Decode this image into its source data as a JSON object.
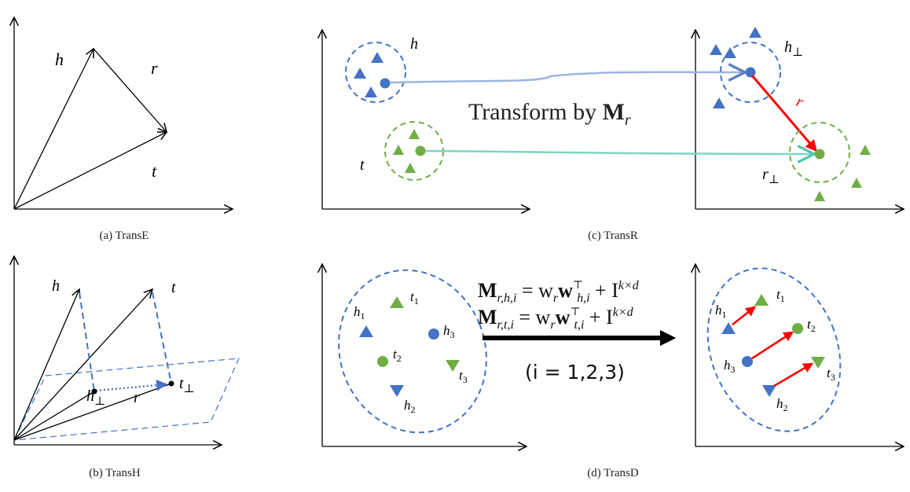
{
  "captions": {
    "transe": "(a) TransE",
    "transr": "(c) TransR",
    "transh": "(b) TransH",
    "transd": "(d) TransD"
  },
  "transe": {
    "h": "h",
    "r": "r",
    "t": "t"
  },
  "transr": {
    "h": "h",
    "t": "t",
    "transform_text": "Transform by ",
    "transform_symbol": "M",
    "transform_sub": "r",
    "h_perp": "h",
    "r_label": "r",
    "r_perp": "r",
    "perp": "⊥"
  },
  "transh": {
    "h": "h",
    "t": "t",
    "h_perp": "h",
    "t_perp": "t",
    "r": "r",
    "perp": "⊥"
  },
  "transd": {
    "eq1_lhs": "M",
    "eq1_lhs_sub": "r,h,i",
    "eq1_rhs_a": " = w",
    "eq1_rhs_a_sub": "r",
    "eq1_rhs_b": "w",
    "eq1_rhs_b_sub": "h,i",
    "eq1_rhs_b_sup": "⊤",
    "eq1_plus": " + I",
    "eq1_sup": "k×d",
    "eq2_lhs": "M",
    "eq2_lhs_sub": "r,t,i",
    "eq2_rhs_a": " = w",
    "eq2_rhs_a_sub": "r",
    "eq2_rhs_b": "w",
    "eq2_rhs_b_sub": "t,i",
    "eq2_rhs_b_sup": "⊤",
    "eq2_plus": " + I",
    "eq2_sup": "k×d",
    "range": "(i = 1,2,3)",
    "left_labels": {
      "h1": "h",
      "h1_sub": "1",
      "t1": "t",
      "t1_sub": "1",
      "h3": "h",
      "h3_sub": "3",
      "t2": "t",
      "t2_sub": "2",
      "t3": "t",
      "t3_sub": "3",
      "h2": "h",
      "h2_sub": "2"
    },
    "right_labels": {
      "h1": "h",
      "h1_sub": "1",
      "t1": "t",
      "t1_sub": "1",
      "t2": "t",
      "t2_sub": "2",
      "h3": "h",
      "h3_sub": "3",
      "t3": "t",
      "t3_sub": "3",
      "h2": "h",
      "h2_sub": "2"
    }
  },
  "colors": {
    "axis": "#000000",
    "blue": "#4472c4",
    "green": "#70ad47",
    "red": "#ff0000",
    "light_blue_arrow": "#9db4e0",
    "teal_arrow": "#7fd3c4"
  }
}
